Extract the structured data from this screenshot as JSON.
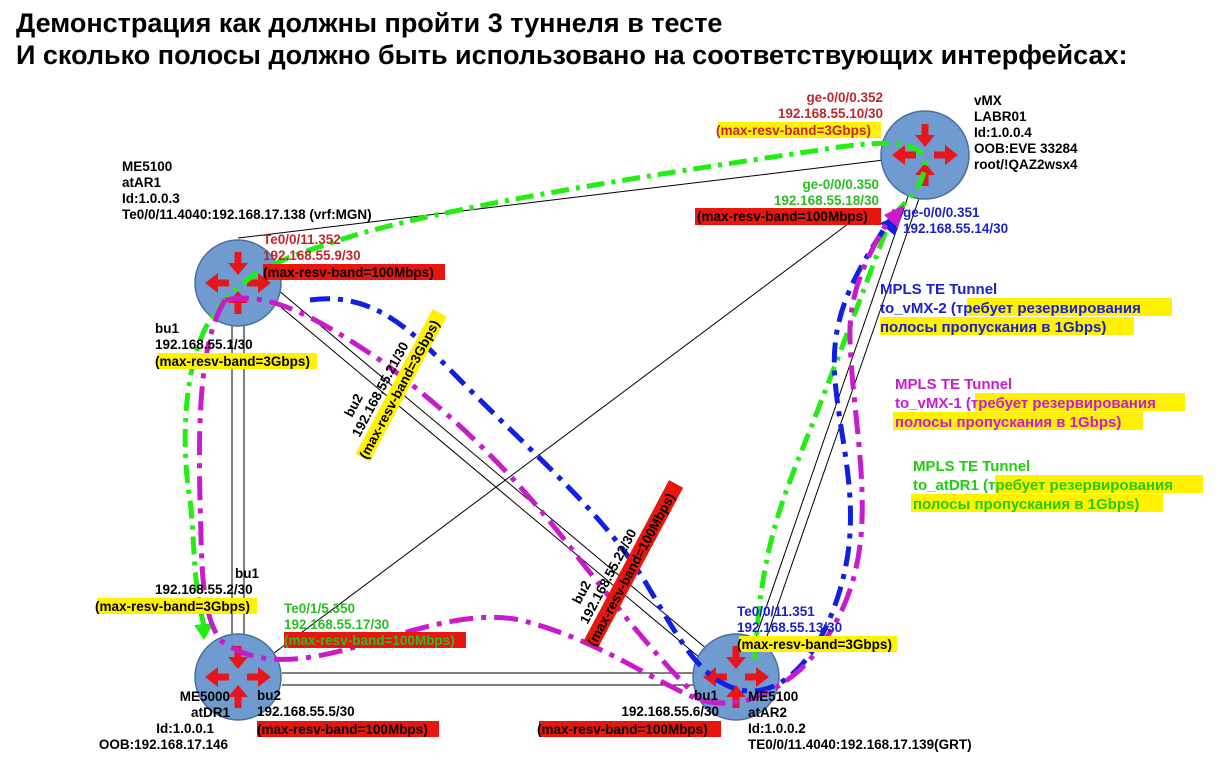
{
  "title_line1": "Демонстрация как должны пройти 3 туннеля в тесте",
  "title_line2": "И сколько полосы должно быть использовано на соответствующих интерфейсах:",
  "colors": {
    "router": "#6f9bd1",
    "router_stroke": "#4a6f9f",
    "router_arrow": "#e8161b",
    "tunnel_green": "#22ee11",
    "tunnel_blue": "#1020e0",
    "tunnel_magenta": "#c81ccc",
    "label_red": "#c0282d",
    "label_green": "#2dbb26",
    "label_blue": "#1b21c7",
    "hl_yellow": "#fff200",
    "hl_red": "#e8160e"
  },
  "nodes": {
    "labr01": {
      "lines": [
        "vMX",
        "LABR01",
        "Id:1.0.0.4",
        "OOB:EVE 33284",
        "root/!QAZ2wsx4"
      ]
    },
    "atar1": {
      "lines": [
        "ME5100",
        "atAR1",
        "Id:1.0.0.3",
        "Te0/0/11.4040:192.168.17.138 (vrf:MGN)"
      ]
    },
    "atdr1": {
      "lines": [
        "ME5000",
        "atDR1",
        "Id:1.0.0.1",
        "OOB:192.168.17.146"
      ]
    },
    "atar2": {
      "lines": [
        "ME5100",
        "atAR2",
        "Id:1.0.0.2",
        "TE0/0/11.4040:192.168.17.139(GRT)"
      ]
    }
  },
  "interfaces": {
    "labr_ge352": {
      "name": "ge-0/0/0.352",
      "ip": "192.168.55.10/30",
      "bw": "max-resv-band=3Gbps"
    },
    "labr_ge350": {
      "name": "ge-0/0/0.350",
      "ip": "192.168.55.18/30",
      "bw": "max-resv-band=100Mbps"
    },
    "labr_ge351": {
      "name": "ge-0/0/0.351",
      "ip": "192.168.55.14/30"
    },
    "ar1_te352": {
      "name": "Te0/0/11.352",
      "ip": "192.168.55.9/30",
      "bw": "max-resv-band=100Mbps"
    },
    "ar1_bu1": {
      "name": "bu1",
      "ip": "192.168.55.1/30",
      "bw": "max-resv-band=3Gbps"
    },
    "ar1_bu2": {
      "name": "bu2",
      "ip": "192.168.55.21/30",
      "bw": "max-resv-band=3Gbps"
    },
    "dr1_bu1": {
      "name": "bu1",
      "ip": "192.168.55.2/30",
      "bw": "max-resv-band=3Gbps"
    },
    "dr1_te350": {
      "name": "Te0/1/5.350",
      "ip": "192.168.55.17/30",
      "bw": "max-resv-band=100Mbps"
    },
    "dr1_bu2": {
      "name": "bu2",
      "ip": "192.168.55.5/30",
      "bw": "max-resv-band=100Mbps"
    },
    "ar2_bu2": {
      "name": "bu2",
      "ip": "192.168.55.22/30",
      "bw": "max-resv-band=100Mbps"
    },
    "ar2_te351": {
      "name": "Te0/0/11.351",
      "ip": "192.168.55.13/30",
      "bw": "max-resv-band=3Gbps"
    },
    "ar2_bu1": {
      "name": "bu1",
      "ip": "192.168.55.6/30",
      "bw": "max-resv-band=100Mbps"
    }
  },
  "tunnels": {
    "to_vmx2": {
      "head": "MPLS TE Tunnel",
      "name": "to_vMX-2",
      "req1": "требует резервирования",
      "req2": "полосы пропускания в 1Gbps"
    },
    "to_vmx1": {
      "head": "MPLS TE Tunnel",
      "name": "to_vMX-1",
      "req1": "требует резервирования",
      "req2": "полосы пропускания в 1Gbps"
    },
    "to_atdr1": {
      "head": "MPLS TE Tunnel",
      "name": "to_atDR1",
      "req1": "требует резервирования",
      "req2": "полосы пропускания в 1Gbps"
    }
  }
}
